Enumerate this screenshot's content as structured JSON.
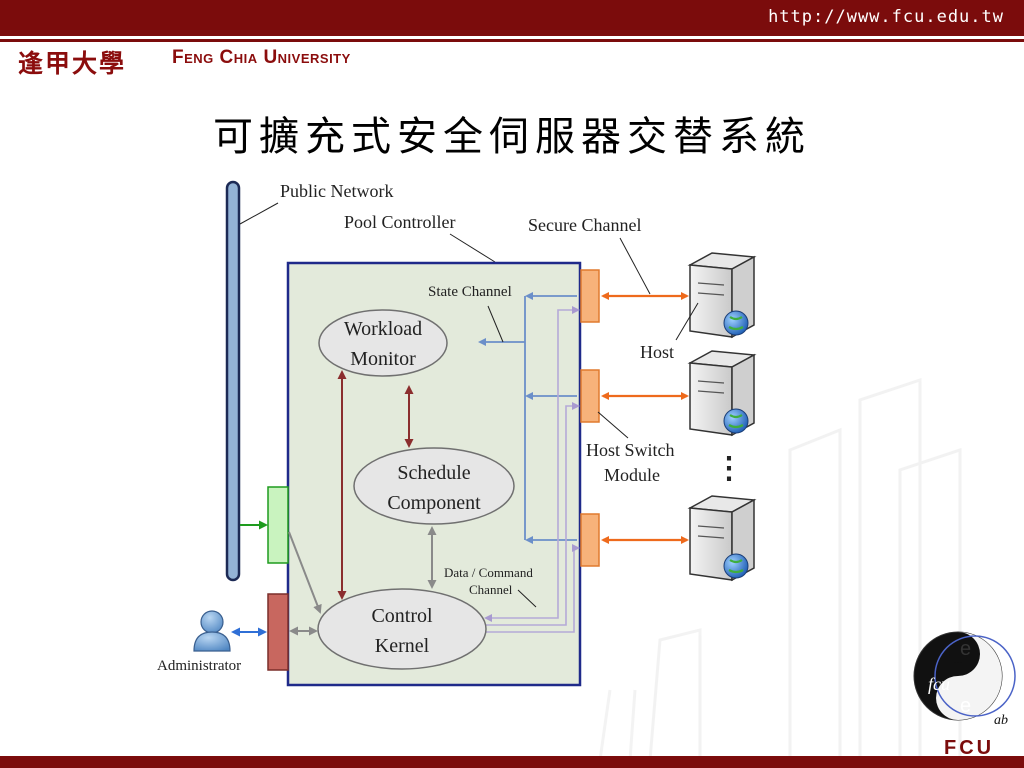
{
  "header": {
    "url": "http://www.fcu.edu.tw",
    "logo_cn": "逢甲大學",
    "logo_en": "Feng Chia University"
  },
  "slide": {
    "title": "可擴充式安全伺服器交替系統"
  },
  "diagram": {
    "labels": {
      "public_network": "Public Network",
      "pool_controller": "Pool Controller",
      "secure_channel": "Secure Channel",
      "state_channel": "State Channel",
      "host": "Host",
      "host_switch_line1": "Host Switch",
      "host_switch_line2": "Module",
      "data_command_line1": "Data / Command",
      "data_command_line2": "Channel",
      "administrator": "Administrator",
      "ellipsis": "⋮"
    },
    "components": {
      "workload_line1": "Workload",
      "workload_line2": "Monitor",
      "schedule_line1": "Schedule",
      "schedule_line2": "Component",
      "control_line1": "Control",
      "control_line2": "Kernel"
    },
    "colors": {
      "controller_fill": "#e3eadb",
      "controller_border": "#1f2a8a",
      "network_bar": "#93b3d6",
      "host_switch": "#f7b27a",
      "green_port": "#c9f3bf",
      "red_port": "#c8675f",
      "secure_arrow": "#ee6a1c",
      "state_arrow": "#6b8fc9",
      "data_arrow": "#b5aad8",
      "internal_arrow": "#8b2e2e",
      "gray_arrow": "#8a8a8a",
      "public_arrow": "#1e9b1e",
      "admin_arrow": "#2f6fd6"
    }
  },
  "corner_logo": {
    "text": "FCU",
    "logo_fcu": "fcu",
    "logo_e1": "e",
    "logo_e2": "e",
    "logo_ab": "ab"
  }
}
